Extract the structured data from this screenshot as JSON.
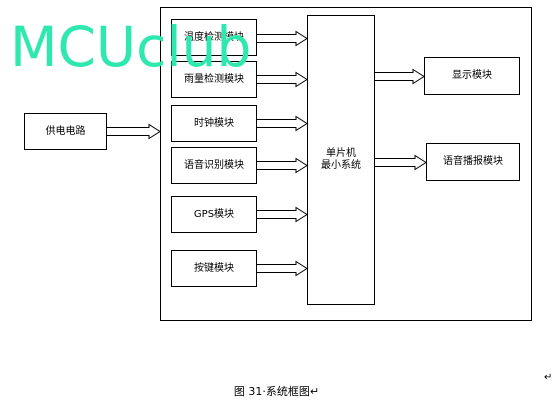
{
  "blocks": {
    "power_supply": "供电电路",
    "temperature": "温度检测模块",
    "rainfall": "雨量检测模块",
    "clock": "时钟模块",
    "voice_recognition": "语音识别模块",
    "gps": "GPS模块",
    "keys": "按键模块",
    "mcu_line1": "单片机",
    "mcu_line2": "最小系统",
    "display": "显示模块",
    "voice_broadcast": "语音播报模块"
  },
  "watermark": "MCUclub",
  "caption": "图 31·系统框图",
  "caption_mark": "↵",
  "end_mark": "↵",
  "colors": {
    "watermark": "#2ee8b0",
    "line": "#000000"
  }
}
